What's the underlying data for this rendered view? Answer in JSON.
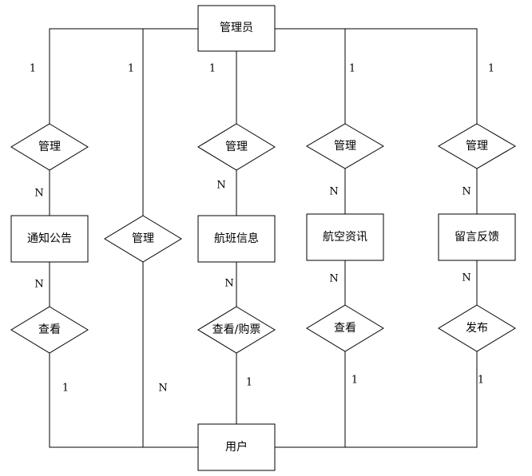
{
  "entities": {
    "admin": "管理员",
    "notice": "通知公告",
    "flight": "航班信息",
    "news": "航空资讯",
    "feedback": "留言反馈",
    "user": "用户"
  },
  "relationships": {
    "manage_notice": "管理",
    "manage_user": "管理",
    "manage_flight": "管理",
    "manage_news": "管理",
    "manage_feedback": "管理",
    "view_notice": "查看",
    "view_buy_flight": "查看/购票",
    "view_news": "查看",
    "publish_feedback": "发布"
  },
  "cardinalities": {
    "admin_notice": "1",
    "admin_user": "1",
    "admin_flight": "1",
    "admin_news": "1",
    "admin_feedback": "1",
    "notice_manage": "N",
    "flight_manage": "N",
    "news_manage": "N",
    "feedback_manage": "N",
    "notice_view": "N",
    "flight_view": "N",
    "news_view": "N",
    "feedback_publish": "N",
    "user_notice": "1",
    "user_manage": "N",
    "user_flight": "1",
    "user_news": "1",
    "user_feedback": "1"
  }
}
